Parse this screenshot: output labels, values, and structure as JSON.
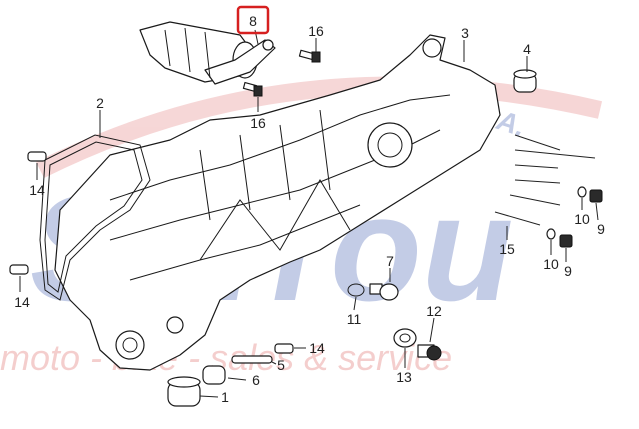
{
  "watermark": {
    "brand": "Sarrou",
    "suffix": "S.A.",
    "tagline": "moto - bike - sales & service",
    "brand_color": "#2b4aa8",
    "tagline_color": "#d9534f"
  },
  "callouts": [
    {
      "id": "c1",
      "label": "1"
    },
    {
      "id": "c2",
      "label": "2"
    },
    {
      "id": "c3",
      "label": "3"
    },
    {
      "id": "c4",
      "label": "4"
    },
    {
      "id": "c5",
      "label": "5"
    },
    {
      "id": "c6",
      "label": "6"
    },
    {
      "id": "c7",
      "label": "7"
    },
    {
      "id": "c8",
      "label": "8"
    },
    {
      "id": "c9a",
      "label": "9"
    },
    {
      "id": "c9b",
      "label": "9"
    },
    {
      "id": "c10a",
      "label": "10"
    },
    {
      "id": "c10b",
      "label": "10"
    },
    {
      "id": "c11",
      "label": "11"
    },
    {
      "id": "c12",
      "label": "12"
    },
    {
      "id": "c13",
      "label": "13"
    },
    {
      "id": "c14a",
      "label": "14"
    },
    {
      "id": "c14b",
      "label": "14"
    },
    {
      "id": "c14c",
      "label": "14"
    },
    {
      "id": "c15",
      "label": "15"
    },
    {
      "id": "c16a",
      "label": "16"
    },
    {
      "id": "c16b",
      "label": "16"
    }
  ],
  "highlight_color": "#d62020"
}
